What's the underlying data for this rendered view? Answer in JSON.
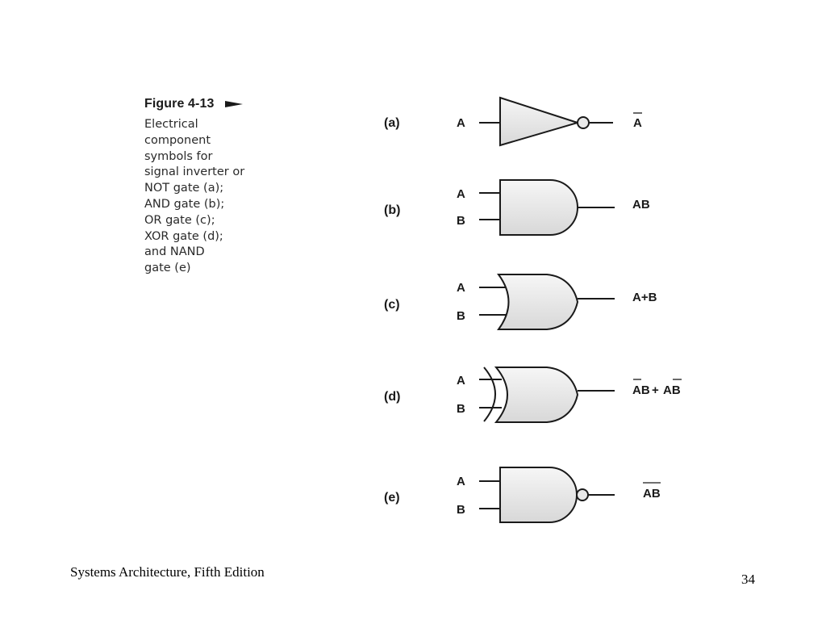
{
  "figure": {
    "title": "Figure 4-13",
    "caption_lines": [
      "Electrical",
      "component",
      "symbols for",
      "signal inverter or",
      "NOT gate (a);",
      "AND gate (b);",
      "OR gate (c);",
      "XOR gate (d);",
      "and NAND",
      "gate (e)"
    ]
  },
  "gates": [
    {
      "label": "(a)",
      "kind": "NOT",
      "inputs": [
        "A"
      ],
      "output_parts": [
        "A"
      ]
    },
    {
      "label": "(b)",
      "kind": "AND",
      "inputs": [
        "A",
        "B"
      ],
      "output_parts": [
        "AB"
      ]
    },
    {
      "label": "(c)",
      "kind": "OR",
      "inputs": [
        "A",
        "B"
      ],
      "output_parts": [
        "A+B"
      ]
    },
    {
      "label": "(d)",
      "kind": "XOR",
      "inputs": [
        "A",
        "B"
      ],
      "output_parts": [
        "A",
        "B",
        "+",
        "A",
        "B"
      ]
    },
    {
      "label": "(e)",
      "kind": "NAND",
      "inputs": [
        "A",
        "B"
      ],
      "output_parts": [
        "AB"
      ]
    }
  ],
  "footer": {
    "book_title": "Systems Architecture, Fifth Edition",
    "page_number": "34"
  }
}
